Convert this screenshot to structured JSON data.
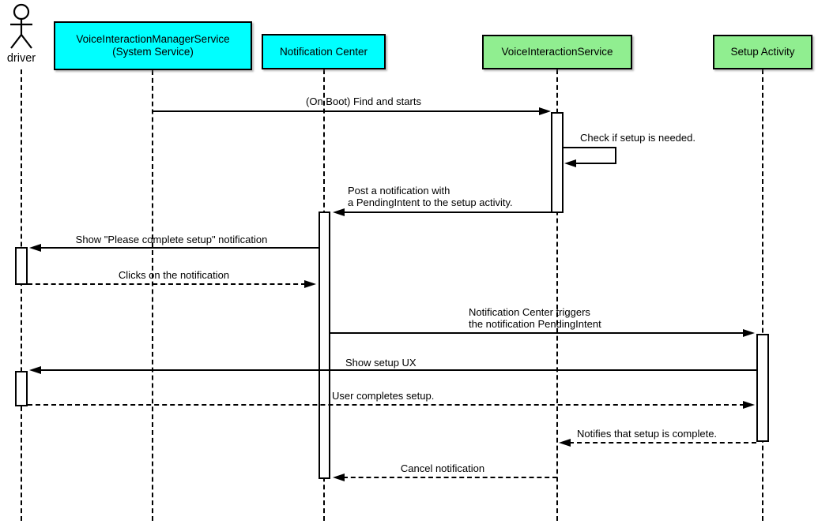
{
  "diagram": {
    "type": "uml-sequence-diagram",
    "participants": [
      {
        "id": "driver",
        "kind": "actor",
        "label": "driver"
      },
      {
        "id": "vims",
        "kind": "object",
        "label": "VoiceInteractionManagerService",
        "label2": "(System Service)",
        "fill": "#00FFFF"
      },
      {
        "id": "nc",
        "kind": "object",
        "label": "Notification Center",
        "fill": "#00FFFF"
      },
      {
        "id": "vis",
        "kind": "object",
        "label": "VoiceInteractionService",
        "fill": "#90EE90"
      },
      {
        "id": "sa",
        "kind": "object",
        "label": "Setup Activity",
        "fill": "#90EE90"
      }
    ],
    "messages": [
      {
        "from": "vims",
        "to": "vis",
        "style": "solid",
        "label": "(On Boot) Find and starts"
      },
      {
        "from": "vis",
        "to": "vis",
        "style": "solid",
        "label": "Check if setup is needed."
      },
      {
        "from": "vis",
        "to": "nc",
        "style": "solid",
        "label": "Post a notification with",
        "label2": "a PendingIntent to the setup activity."
      },
      {
        "from": "nc",
        "to": "driver",
        "style": "solid",
        "label": "Show \"Please complete setup\" notification"
      },
      {
        "from": "driver",
        "to": "nc",
        "style": "dashed",
        "label": "Clicks on the notification"
      },
      {
        "from": "nc",
        "to": "sa",
        "style": "solid",
        "label": "Notification Center triggers",
        "label2": "the notification PendingIntent"
      },
      {
        "from": "sa",
        "to": "driver",
        "style": "solid",
        "label": "Show setup UX"
      },
      {
        "from": "driver",
        "to": "sa",
        "style": "dashed",
        "label": "User completes setup."
      },
      {
        "from": "sa",
        "to": "vis",
        "style": "dashed",
        "label": "Notifies that setup is complete."
      },
      {
        "from": "vis",
        "to": "nc",
        "style": "dashed",
        "label": "Cancel notification"
      }
    ],
    "colors": {
      "participant_cyan": "#00FFFF",
      "participant_green": "#90EE90",
      "line": "#000000",
      "background": "#FFFFFF"
    }
  }
}
